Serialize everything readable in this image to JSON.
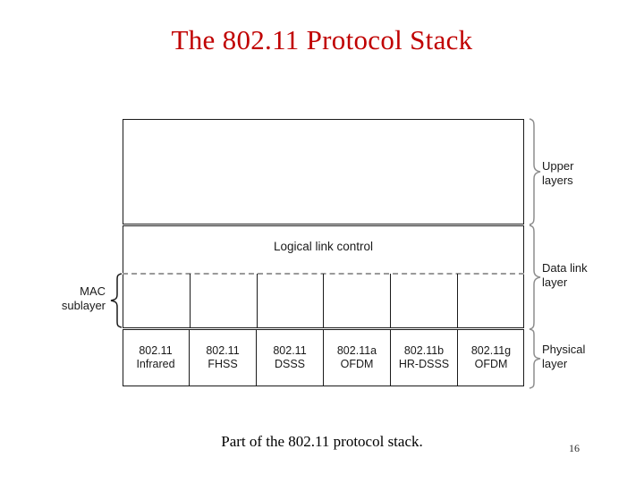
{
  "slide": {
    "title": "The 802.11 Protocol Stack",
    "caption": "Part of the 802.11 protocol stack.",
    "page_number": "16",
    "title_color": "#C00000",
    "text_color": "#1a1a1a"
  },
  "diagram": {
    "upper_box_label": "",
    "llc_label": "Logical link control",
    "mac_sublayer_label": "MAC\nsublayer",
    "mac_sublayer_label_line1": "MAC",
    "mac_sublayer_label_line2": "sublayer",
    "side_labels": [
      {
        "name": "upper-layers",
        "line1": "Upper",
        "line2": "layers"
      },
      {
        "name": "data-link-layer",
        "line1": "Data link",
        "line2": "layer"
      },
      {
        "name": "physical-layer",
        "line1": "Physical",
        "line2": "layer"
      }
    ],
    "physical_cells": [
      {
        "line1": "802.11",
        "line2": "Infrared"
      },
      {
        "line1": "802.11",
        "line2": "FHSS"
      },
      {
        "line1": "802.11",
        "line2": "DSSS"
      },
      {
        "line1": "802.11a",
        "line2": "OFDM"
      },
      {
        "line1": "802.11b",
        "line2": "HR-DSSS"
      },
      {
        "line1": "802.11g",
        "line2": "OFDM"
      }
    ]
  }
}
